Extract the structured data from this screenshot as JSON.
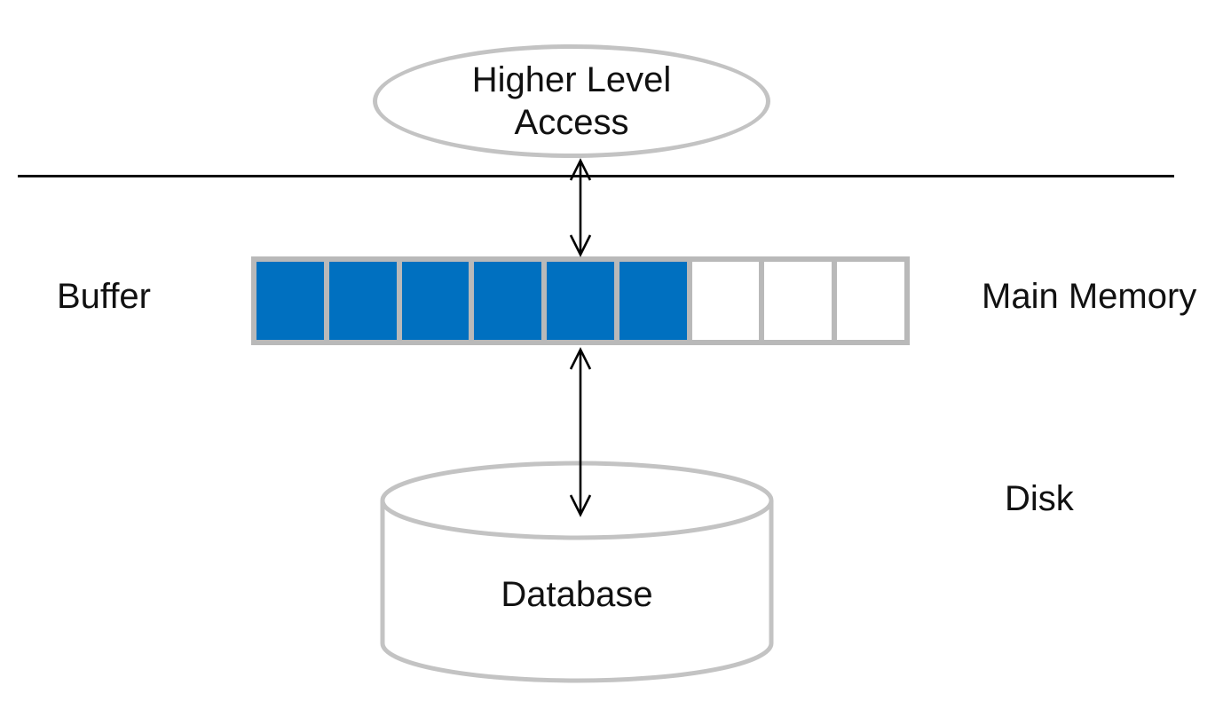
{
  "diagram": {
    "title_implicit": "Database buffer between higher level access and disk",
    "higher_level": {
      "label_line1": "Higher Level",
      "label_line2": "Access"
    },
    "buffer": {
      "label": "Buffer",
      "total_cells": 9,
      "filled_cells": 6,
      "cells": [
        "filled",
        "filled",
        "filled",
        "filled",
        "filled",
        "filled",
        "empty",
        "empty",
        "empty"
      ]
    },
    "main_memory_label": "Main Memory",
    "disk_label": "Disk",
    "database_label": "Database",
    "colors": {
      "filled_cell": "#0070c0",
      "cell_border": "#b9b9b9",
      "shape_border": "#c3c3c3",
      "line_and_arrows": "#000000",
      "text": "#111111",
      "background": "#ffffff"
    }
  }
}
